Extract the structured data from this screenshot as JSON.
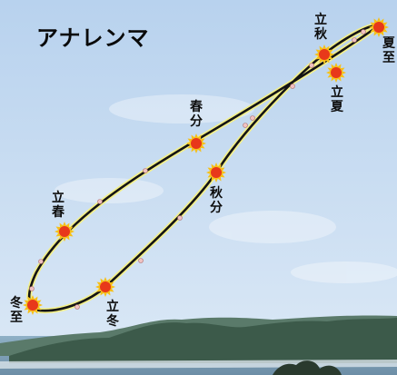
{
  "title": "アナレンマ",
  "points": {
    "summer_solstice": "夏至",
    "start_of_autumn": "立秋",
    "start_of_summer": "立夏",
    "vernal_equinox": "春分",
    "autumnal_equinox": "秋分",
    "start_of_spring": "立春",
    "winter_solstice": "冬至",
    "start_of_winter": "立冬"
  },
  "colors": {
    "sky_top": "#b8d2ee",
    "sky_bottom": "#dce9f6",
    "path_line": "#141414",
    "path_glow": "#f3f08a",
    "sun_core": "#e8381a",
    "sun_ray": "#f6c01a",
    "hills": "#3c5a4a",
    "sea": "#7f9fb6"
  }
}
